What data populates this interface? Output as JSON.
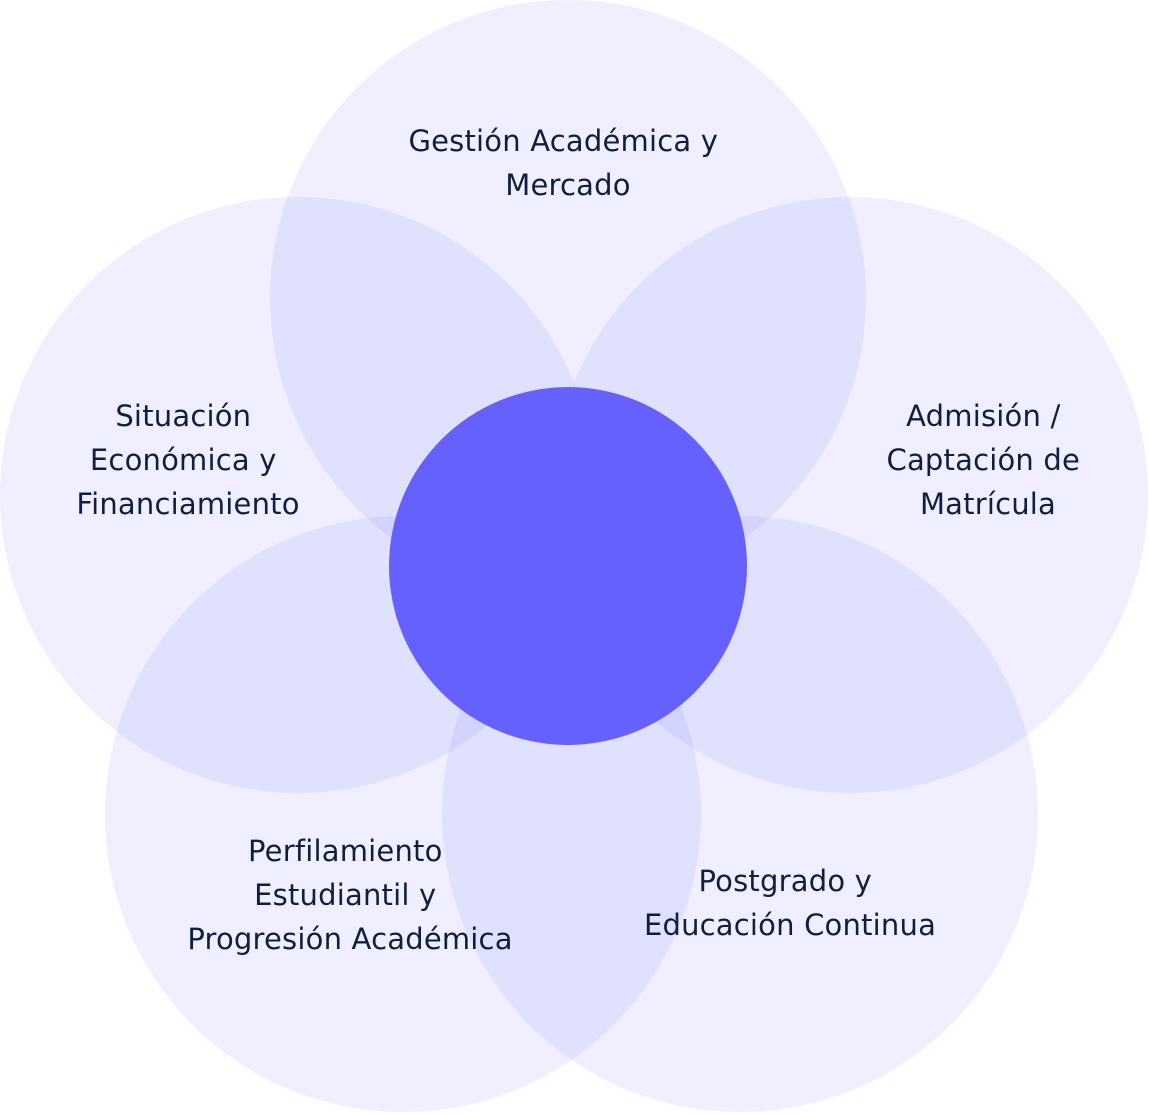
{
  "diagram": {
    "petals": [
      {
        "lines": [
          "Gestión Académica y",
          "Mercado"
        ]
      },
      {
        "lines": [
          "Admisión /",
          "Captación de",
          "Matrícula"
        ]
      },
      {
        "lines": [
          "Postgrado y",
          "Educación Continua"
        ]
      },
      {
        "lines": [
          "Perfilamiento",
          "Estudiantil y",
          "Progresión Académica"
        ]
      },
      {
        "lines": [
          "Situación",
          "Económica y",
          "Financiamiento"
        ]
      }
    ],
    "colors": {
      "petal_fill": "#6660ff",
      "center_fill": "#6660ff",
      "text": "#0f1f3d"
    }
  }
}
